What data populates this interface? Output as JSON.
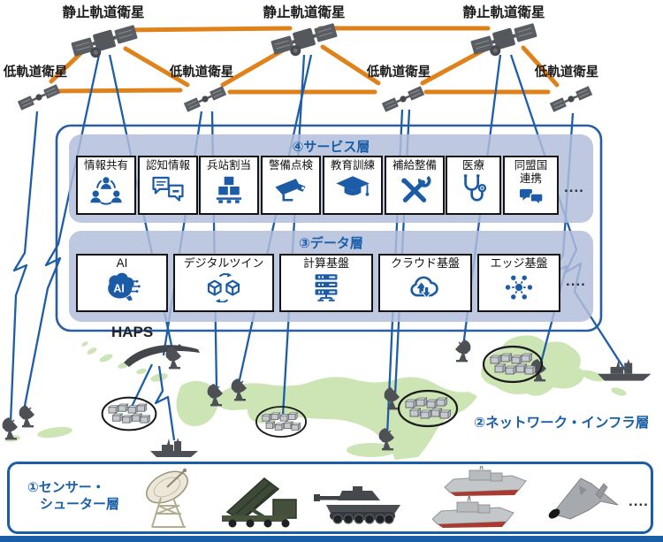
{
  "colors": {
    "link_blue": "#1e5ea8",
    "link_orange": "#e0821a",
    "panel_fill": "#c8d1e8",
    "map_green": "#cde4b5",
    "accent_blue": "#1b5ea8",
    "icon_blue": "#1c5ca7",
    "box_border": "#141414"
  },
  "satellites": {
    "geo_label": "静止軌道衛星",
    "low_label": "低軌道衛星"
  },
  "haps": {
    "label": "HAPS"
  },
  "service_layer": {
    "title": "④サービス層",
    "ellipsis": "....",
    "items": [
      {
        "label": "情報共有",
        "label2": "",
        "icon": "info-sharing-icon"
      },
      {
        "label": "認知情報",
        "label2": "",
        "icon": "cognitive-info-icon"
      },
      {
        "label": "兵站割当",
        "label2": "",
        "icon": "logistics-allocation-icon"
      },
      {
        "label": "警備点検",
        "label2": "",
        "icon": "security-inspection-icon"
      },
      {
        "label": "教育訓練",
        "label2": "",
        "icon": "education-training-icon"
      },
      {
        "label": "補給整備",
        "label2": "",
        "icon": "supply-maintenance-icon"
      },
      {
        "label": "医療",
        "label2": "",
        "icon": "medical-icon"
      },
      {
        "label": "同盟国",
        "label2": "連携",
        "icon": "allied-cooperation-icon"
      }
    ]
  },
  "data_layer": {
    "title": "③データ層",
    "ellipsis": "....",
    "items": [
      {
        "label": "AI",
        "icon": "ai-icon"
      },
      {
        "label": "デジタルツイン",
        "icon": "digital-twin-icon"
      },
      {
        "label": "計算基盤",
        "icon": "computing-platform-icon"
      },
      {
        "label": "クラウド基盤",
        "icon": "cloud-platform-icon"
      },
      {
        "label": "エッジ基盤",
        "icon": "edge-platform-icon"
      }
    ]
  },
  "network_layer": {
    "label": "②ネットワーク・インフラ層"
  },
  "sensor_layer": {
    "label_line1": "①センサー・",
    "label_line2": "シューター層",
    "ellipsis": "...."
  }
}
